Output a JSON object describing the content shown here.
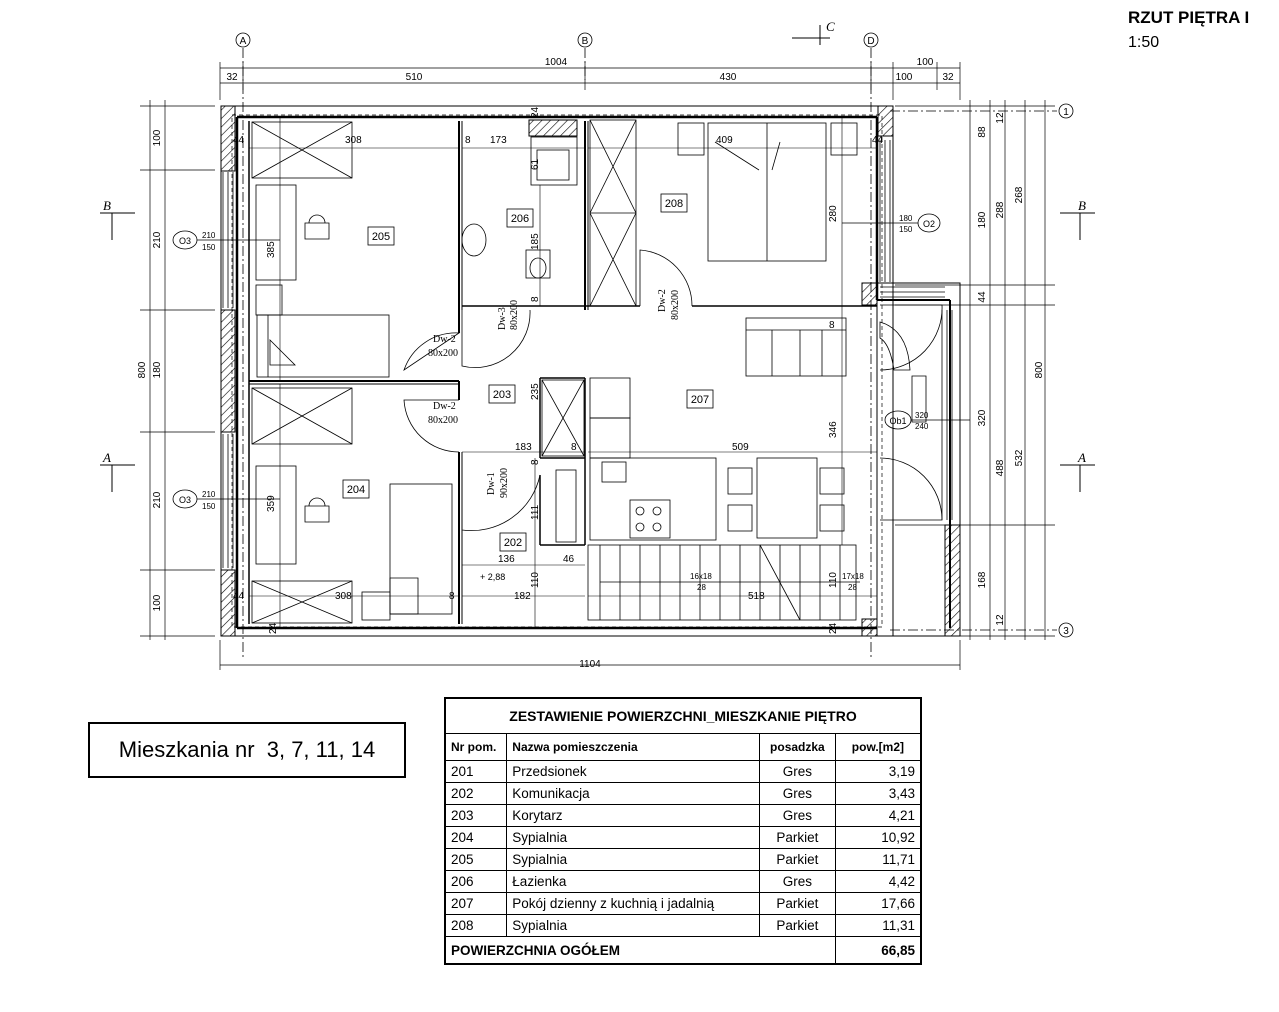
{
  "sheet": {
    "title": "RZUT PIĘTRA I",
    "scale": "1:50"
  },
  "apartments_label": "Mieszkania nr  3, 7, 11, 14",
  "axes": {
    "a": "A",
    "b": "B",
    "d": "D",
    "r1": "1",
    "r3": "3",
    "sec_b": "B",
    "sec_a": "A",
    "sec_c": "C"
  },
  "rooms": [
    {
      "id": "205"
    },
    {
      "id": "206"
    },
    {
      "id": "208"
    },
    {
      "id": "203"
    },
    {
      "id": "207"
    },
    {
      "id": "204"
    },
    {
      "id": "202"
    }
  ],
  "doors": {
    "dw2a_name": "Dw-2",
    "dw2a_size": "80x200",
    "dw2b_name": "Dw-2",
    "dw2b_size": "80x200",
    "dw3_name": "Dw-3",
    "dw3_size": "80x200",
    "dw2c_name": "Dw-2",
    "dw2c_size": "80x200",
    "dw1_name": "Dw-1",
    "dw1_size": "90x200"
  },
  "windows": {
    "o3a_name": "O3",
    "o3a_w": "210",
    "o3a_h": "150",
    "o3b_name": "O3",
    "o3b_w": "210",
    "o3b_h": "150",
    "o2_name": "O2",
    "o2_w": "180",
    "o2_h": "150",
    "ob1_name": "Ob1",
    "ob1_w": "320",
    "ob1_h": "240"
  },
  "dims": {
    "top_32a": "32",
    "top_510": "510",
    "top_1004": "1004",
    "top_430": "430",
    "top_100a": "100",
    "top_100b": "100",
    "top_32b": "32",
    "bottom_1104": "1104",
    "left_100a": "100",
    "left_210a": "210",
    "left_800": "800",
    "left_180": "180",
    "left_210b": "210",
    "left_100b": "100",
    "r_12a": "12",
    "r_88": "88",
    "r_268": "268",
    "r_288": "288",
    "r_180": "180",
    "r_44": "44",
    "r_800": "800",
    "r_320": "320",
    "r_488": "488",
    "r_532": "532",
    "r_168": "168",
    "r_12b": "12",
    "i_44a": "44",
    "i_308a": "308",
    "i_8a": "8",
    "i_173": "173",
    "i_24a": "24",
    "i_409": "409",
    "i_44b": "44",
    "i_385": "385",
    "i_61": "61",
    "i_185": "185",
    "i_280": "280",
    "i_8b": "8",
    "i_8c": "8",
    "i_235": "235",
    "i_183": "183",
    "i_8d": "8",
    "i_509": "509",
    "i_346": "346",
    "i_359": "359",
    "i_111": "111",
    "i_136": "136",
    "i_46": "46",
    "i_288lvl": "+ 2,88",
    "i_16x18": "16x18",
    "i_28a": "28",
    "i_17x18": "17x18",
    "i_28b": "28",
    "i_110a": "110",
    "i_110b": "110",
    "i_182": "182",
    "i_518": "518",
    "i_44c": "44",
    "i_308b": "308",
    "i_8e": "8",
    "i_24b": "24",
    "i_24c": "24",
    "i_8f": "8"
  },
  "table": {
    "title": "ZESTAWIENIE POWIERZCHNI_MIESZKANIE PIĘTRO",
    "headers": {
      "nr": "Nr pom.",
      "name": "Nazwa pomieszczenia",
      "floor": "posadzka",
      "area": "pow.[m2]"
    },
    "rows": [
      {
        "nr": "201",
        "name": "Przedsionek",
        "floor": "Gres",
        "area": "3,19"
      },
      {
        "nr": "202",
        "name": "Komunikacja",
        "floor": "Gres",
        "area": "3,43"
      },
      {
        "nr": "203",
        "name": "Korytarz",
        "floor": "Gres",
        "area": "4,21"
      },
      {
        "nr": "204",
        "name": "Sypialnia",
        "floor": "Parkiet",
        "area": "10,92"
      },
      {
        "nr": "205",
        "name": "Sypialnia",
        "floor": "Parkiet",
        "area": "11,71"
      },
      {
        "nr": "206",
        "name": "Łazienka",
        "floor": "Gres",
        "area": "4,42"
      },
      {
        "nr": "207",
        "name": "Pokój dzienny z kuchnią i jadalnią",
        "floor": "Parkiet",
        "area": "17,66"
      },
      {
        "nr": "208",
        "name": "Sypialnia",
        "floor": "Parkiet",
        "area": "11,31"
      }
    ],
    "total_label": "POWIERZCHNIA OGÓŁEM",
    "total_value": "66,85"
  }
}
